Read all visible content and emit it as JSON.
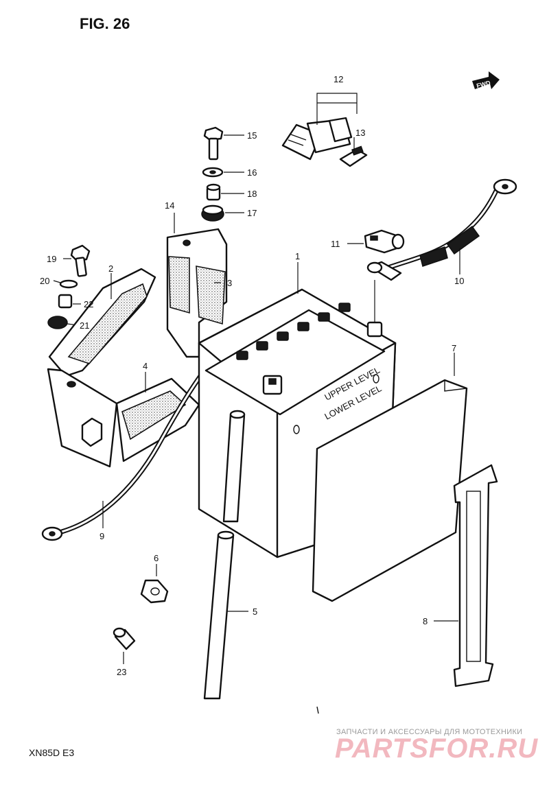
{
  "figure": {
    "title": "FIG. 26",
    "model": "XN85D  E3",
    "fwd": "FWD"
  },
  "callouts": [
    {
      "num": "1"
    },
    {
      "num": "2"
    },
    {
      "num": "3"
    },
    {
      "num": "4"
    },
    {
      "num": "5"
    },
    {
      "num": "6"
    },
    {
      "num": "7"
    },
    {
      "num": "8"
    },
    {
      "num": "9"
    },
    {
      "num": "10"
    },
    {
      "num": "11"
    },
    {
      "num": "12"
    },
    {
      "num": "13"
    },
    {
      "num": "14"
    },
    {
      "num": "15"
    },
    {
      "num": "16"
    },
    {
      "num": "17"
    },
    {
      "num": "18"
    },
    {
      "num": "19"
    },
    {
      "num": "20"
    },
    {
      "num": "21"
    },
    {
      "num": "22"
    },
    {
      "num": "23"
    }
  ],
  "battery_labels": {
    "upper": "UPPER LEVEL",
    "lower": "LOWER LEVEL"
  },
  "watermark": {
    "tagline": "ЗАПЧАСТИ И АКСЕССУАРЫ ДЛЯ МОТОТЕХНИКИ",
    "logo": "PARTSFOR.RU"
  }
}
